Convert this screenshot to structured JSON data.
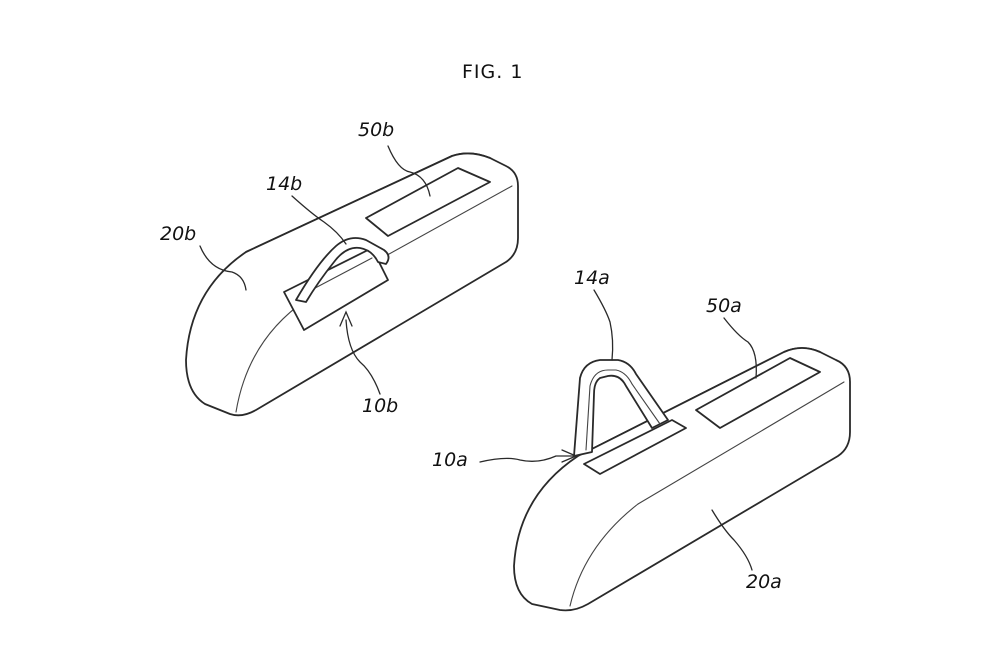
{
  "figure": {
    "title": "FIG. 1"
  },
  "labels": {
    "part_20b": "20b",
    "part_14b": "14b",
    "part_50b": "50b",
    "part_10b": "10b",
    "part_14a": "14a",
    "part_50a": "50a",
    "part_10a": "10a",
    "part_20a": "20a"
  },
  "colors": {
    "line": "#2a2a2a",
    "background": "#ffffff"
  }
}
